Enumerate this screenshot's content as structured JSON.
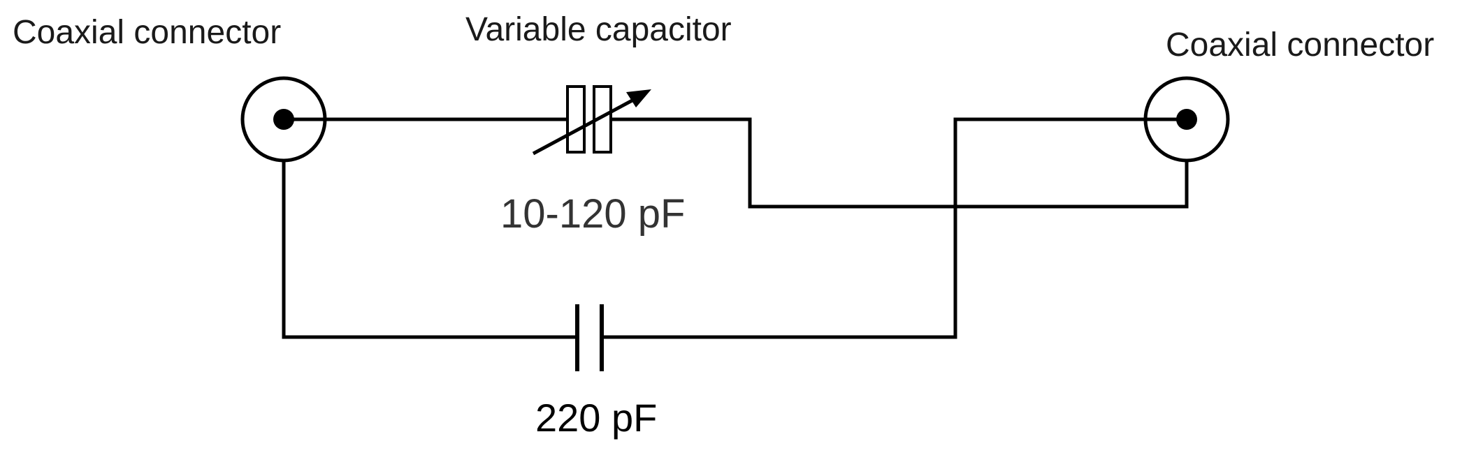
{
  "diagram": {
    "labels": {
      "left_connector": "Coaxial connector",
      "right_connector": "Coaxial connector",
      "variable_capacitor": "Variable capacitor",
      "variable_capacitor_value": "10-120 pF",
      "fixed_capacitor_value": "220 pF"
    },
    "colors": {
      "wire": "#000000",
      "text": "#1a1a1a",
      "background": "#ffffff"
    }
  }
}
